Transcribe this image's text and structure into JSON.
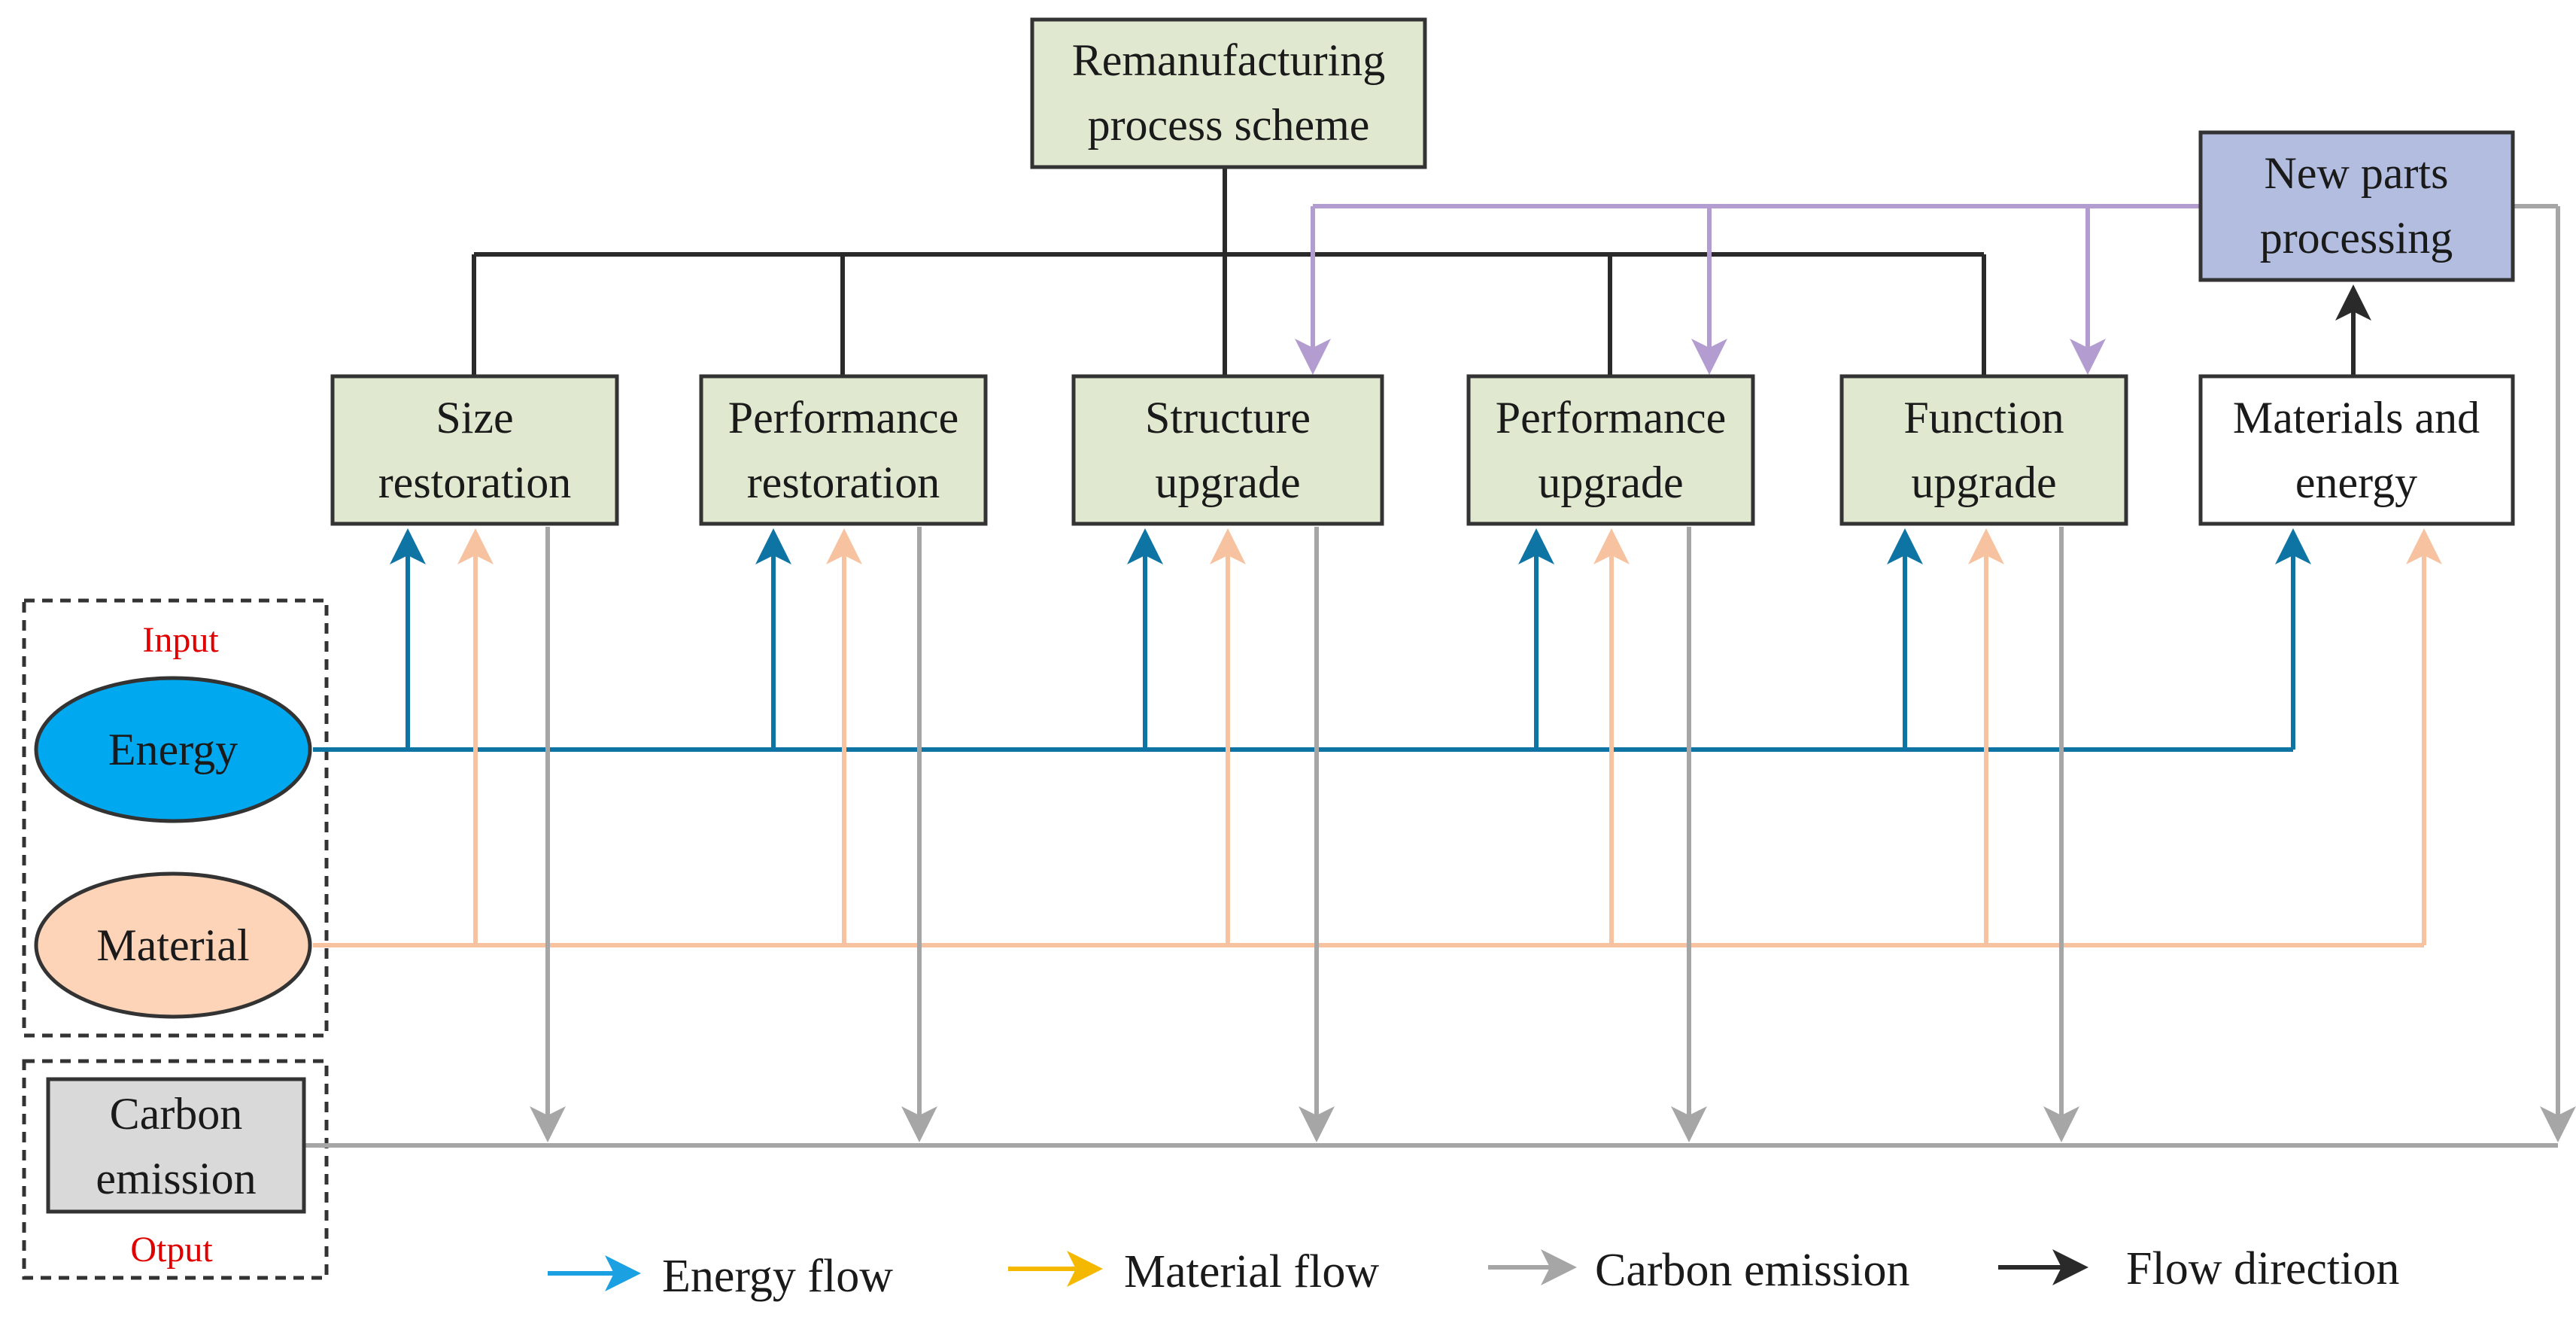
{
  "diagram": {
    "top_node": [
      "Remanufacturing",
      "process scheme"
    ],
    "new_parts": [
      "New parts",
      "processing"
    ],
    "processes": [
      {
        "line1": "Size",
        "line2": "restoration"
      },
      {
        "line1": "Performance",
        "line2": "restoration"
      },
      {
        "line1": "Structure",
        "line2": "upgrade"
      },
      {
        "line1": "Performance",
        "line2": "upgrade"
      },
      {
        "line1": "Function",
        "line2": "upgrade"
      },
      {
        "line1": "Materials and",
        "line2": "energy"
      }
    ],
    "input_label": "Input",
    "output_label": "Otput",
    "energy": "Energy",
    "material": "Material",
    "carbon": [
      "Carbon",
      "emission"
    ]
  },
  "legend": {
    "energy_flow": "Energy flow",
    "material_flow": "Material flow",
    "carbon_emission": "Carbon emission",
    "flow_direction": "Flow direction"
  },
  "colors": {
    "energy": "#0e74a3",
    "energy_fill": "#00a8f0",
    "energy_legend": "#1ba1e2",
    "material": "#f7c2a0",
    "material_fill": "#fdd4b8",
    "material_legend": "#f5b800",
    "carbon": "#a6a6a6",
    "carbon_fill": "#d9d9d9",
    "scheme_lines": "#2a2a2a",
    "new_parts_lines": "#b39ccf",
    "box_fill": "#e0e9d0",
    "new_parts_fill": "#b2bde0"
  }
}
